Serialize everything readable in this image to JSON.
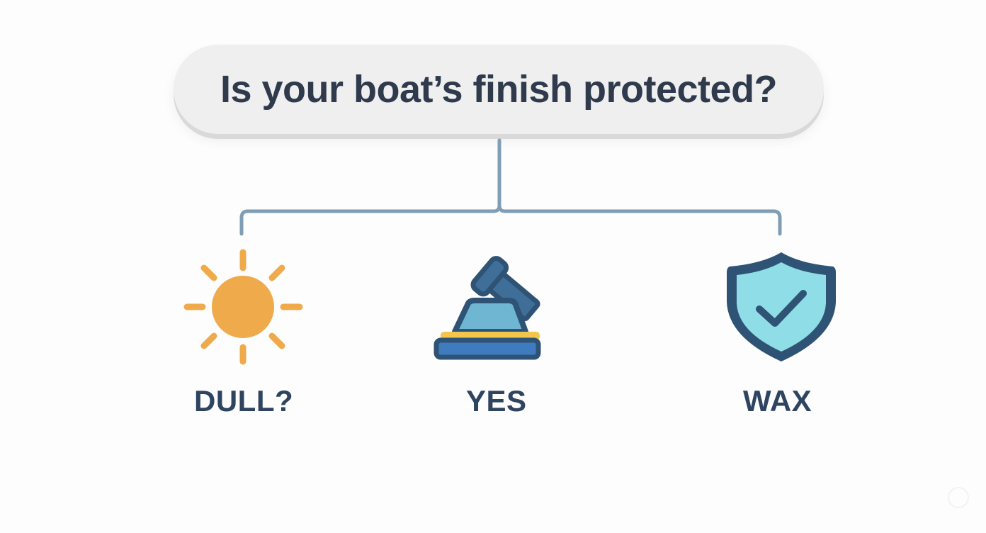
{
  "question": {
    "text": "Is your boat’s finish protected?"
  },
  "options": [
    {
      "label": "DULL?",
      "icon": "sun-icon",
      "color": "#efaa4b"
    },
    {
      "label": "YES",
      "icon": "polisher-icon",
      "color": "#3d6a92"
    },
    {
      "label": "WAX",
      "icon": "shield-check-icon",
      "color": "#8fdde6"
    }
  ],
  "colors": {
    "connector": "#7f9db4",
    "text": "#2f3a4c",
    "label": "#2e4461",
    "pill_bg": "#efefef",
    "sun": "#efaa4b",
    "icon_outline": "#2f5375",
    "polisher_body": "#6fb6d3",
    "polisher_pad": "#3f7bbf",
    "polisher_foam": "#f2c64c",
    "shield_fill": "#8fdde6"
  }
}
